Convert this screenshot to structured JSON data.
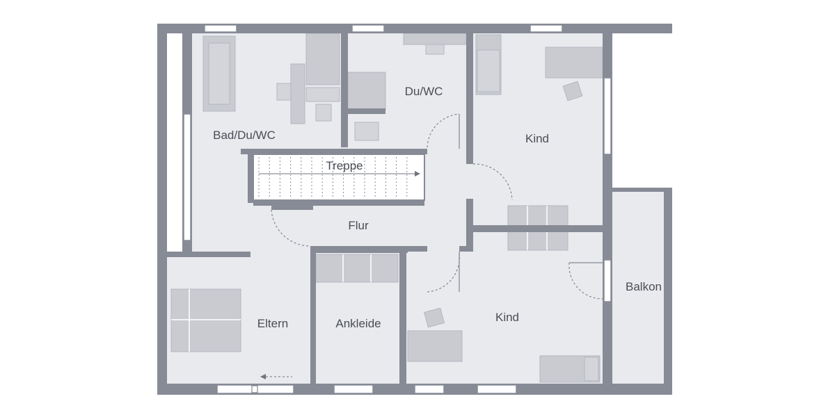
{
  "rooms": {
    "bad": "Bad/Du/WC",
    "duwc": "Du/WC",
    "kind_top": "Kind",
    "treppe": "Treppe",
    "flur": "Flur",
    "eltern": "Eltern",
    "ankleide": "Ankleide",
    "kind_bottom": "Kind",
    "balkon": "Balkon"
  },
  "colors": {
    "wall": "#878b96",
    "floor": "#e9eaee",
    "furniture": "#c9cbd1",
    "label": "#4a4d55"
  }
}
